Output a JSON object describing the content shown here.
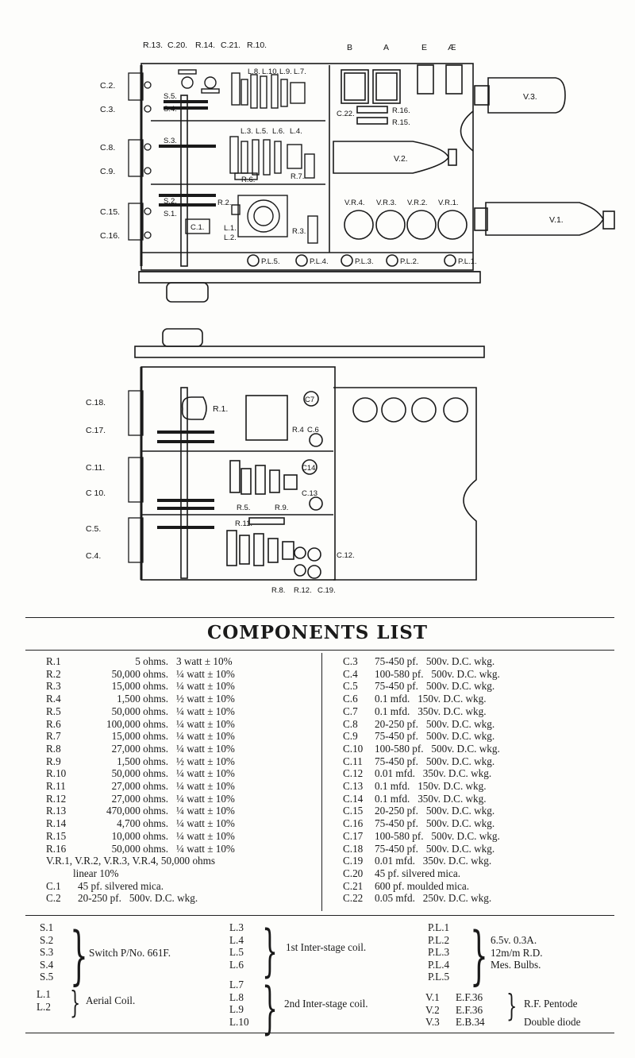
{
  "diagram": {
    "top_labels": {
      "r13": "R.13.",
      "c20": "C.20.",
      "r14": "R.14.",
      "c21": "C.21.",
      "r10": "R.10.",
      "b": "B",
      "a": "A",
      "e": "E",
      "ae": "Æ",
      "l8": "L.8.",
      "l10": "L.10.",
      "l9": "L.9.",
      "l7": "L.7.",
      "c22": "C.22.",
      "r16": "R.16.",
      "r15": "R.15.",
      "s5": "S.5.",
      "s4": "S.4.",
      "s3": "S.3.",
      "l3": "L.3.",
      "l5": "L.5.",
      "l6": "L.6.",
      "l4": "L.4.",
      "r6": "R.6.",
      "r7": "R.7.",
      "v2": "V.2.",
      "v3": "V.3.",
      "v1": "V.1.",
      "s2": "S.2.",
      "s1": "S.1.",
      "r2": "R.2.",
      "l1": "L.1.",
      "l2": "L.2.",
      "c1": "C.1.",
      "r3": "R.3.",
      "vr4": "V.R.4.",
      "vr3": "V.R.3.",
      "vr2": "V.R.2.",
      "vr1": "V.R.1.",
      "c2": "C.2.",
      "c3": "C.3.",
      "c8": "C.8.",
      "c9": "C.9.",
      "c15": "C.15.",
      "c16": "C.16.",
      "pl5": "P.L.5.",
      "pl4": "P.L.4.",
      "pl3": "P.L.3.",
      "pl2": "P.L.2.",
      "pl1": "P.L.1."
    },
    "bottom_labels": {
      "c18": "C.18.",
      "c17": "C.17.",
      "c11": "C.11.",
      "c10": "C 10.",
      "c5": "C.5.",
      "c4": "C.4.",
      "r1": "R.1.",
      "c7": "C7",
      "r4": "R.4",
      "c6": "C.6",
      "c14": "C14",
      "c13": "C.13",
      "r5": "R.5.",
      "r9": "R.9.",
      "r11": "R.11.",
      "c12": "C.12.",
      "r8": "R.8.",
      "r12": "R.12.",
      "c19": "C.19."
    }
  },
  "title": "COMPONENTS LIST",
  "resistors": [
    {
      "name": "R.1",
      "value": "5 ohms.",
      "rating": "3 watt ± 10%"
    },
    {
      "name": "R.2",
      "value": "50,000 ohms.",
      "rating": "¼ watt ± 10%"
    },
    {
      "name": "R.3",
      "value": "15,000 ohms.",
      "rating": "¼ watt ± 10%"
    },
    {
      "name": "R.4",
      "value": "1,500 ohms.",
      "rating": "½ watt ± 10%"
    },
    {
      "name": "R.5",
      "value": "50,000 ohms.",
      "rating": "¼ watt ± 10%"
    },
    {
      "name": "R.6",
      "value": "100,000 ohms.",
      "rating": "¼ watt ± 10%"
    },
    {
      "name": "R.7",
      "value": "15,000 ohms.",
      "rating": "¼ watt ± 10%"
    },
    {
      "name": "R.8",
      "value": "27,000 ohms.",
      "rating": "¼ watt ± 10%"
    },
    {
      "name": "R.9",
      "value": "1,500 ohms.",
      "rating": "½ watt ± 10%"
    },
    {
      "name": "R.10",
      "value": "50,000 ohms.",
      "rating": "¼ watt ± 10%"
    },
    {
      "name": "R.11",
      "value": "27,000 ohms.",
      "rating": "¼ watt ± 10%"
    },
    {
      "name": "R.12",
      "value": "27,000 ohms.",
      "rating": "¼ watt ± 10%"
    },
    {
      "name": "R.13",
      "value": "470,000 ohms.",
      "rating": "¼ watt ± 10%"
    },
    {
      "name": "R.14",
      "value": "4,700 ohms.",
      "rating": "¼ watt ± 10%"
    },
    {
      "name": "R.15",
      "value": "10,000 ohms.",
      "rating": "¼ watt ± 10%"
    },
    {
      "name": "R.16",
      "value": "50,000 ohms.",
      "rating": "¼ watt ± 10%"
    }
  ],
  "vr_line1": "V.R.1, V.R.2, V.R.3, V.R.4, 50,000 ohms",
  "vr_line2": "linear 10%",
  "left_caps": [
    {
      "name": "C.1",
      "spec": "45 pf. silvered mica."
    },
    {
      "name": "C.2",
      "spec": "20-250 pf.   500v. D.C. wkg."
    }
  ],
  "capacitors": [
    {
      "name": "C.3",
      "spec": "75-450 pf.   500v. D.C. wkg."
    },
    {
      "name": "C.4",
      "spec": "100-580 pf.   500v. D.C. wkg."
    },
    {
      "name": "C.5",
      "spec": "75-450 pf.   500v. D.C. wkg."
    },
    {
      "name": "C.6",
      "spec": "0.1 mfd.   150v. D.C. wkg."
    },
    {
      "name": "C.7",
      "spec": "0.1 mfd.   350v. D.C. wkg."
    },
    {
      "name": "C.8",
      "spec": "20-250 pf.   500v. D.C. wkg."
    },
    {
      "name": "C.9",
      "spec": "75-450 pf.   500v. D.C. wkg."
    },
    {
      "name": "C.10",
      "spec": "100-580 pf.   500v. D.C. wkg."
    },
    {
      "name": "C.11",
      "spec": "75-450 pf.   500v. D.C. wkg."
    },
    {
      "name": "C.12",
      "spec": "0.01 mfd.   350v. D.C. wkg."
    },
    {
      "name": "C.13",
      "spec": "0.1 mfd.   150v. D.C. wkg."
    },
    {
      "name": "C.14",
      "spec": "0.1 mfd.   350v. D.C. wkg."
    },
    {
      "name": "C.15",
      "spec": "20-250 pf.   500v. D.C. wkg."
    },
    {
      "name": "C.16",
      "spec": "75-450 pf.   500v. D.C. wkg."
    },
    {
      "name": "C.17",
      "spec": "100-580 pf.   500v. D.C. wkg."
    },
    {
      "name": "C.18",
      "spec": "75-450 pf.   500v. D.C. wkg."
    },
    {
      "name": "C.19",
      "spec": "0.01 mfd.   350v. D.C. wkg."
    },
    {
      "name": "C.20",
      "spec": "45 pf. silvered mica."
    },
    {
      "name": "C.21",
      "spec": "600 pf. moulded mica."
    },
    {
      "name": "C.22",
      "spec": "0.05 mfd.   250v. D.C. wkg."
    }
  ],
  "switches": {
    "items": [
      "S.1",
      "S.2",
      "S.3",
      "S.4",
      "S.5"
    ],
    "desc": "Switch P/No. 661F."
  },
  "aerial": {
    "items": [
      "L.1",
      "L.2"
    ],
    "desc": "Aerial Coil."
  },
  "coil1": {
    "items": [
      "L.3",
      "L.4",
      "L.5",
      "L.6"
    ],
    "desc": "1st Inter-stage coil."
  },
  "coil2": {
    "items": [
      "L.7",
      "L.8",
      "L.9",
      "L.10"
    ],
    "desc": "2nd Inter-stage coil."
  },
  "lamps": {
    "items": [
      "P.L.1",
      "P.L.2",
      "P.L.3",
      "P.L.4",
      "P.L.5"
    ],
    "desc": [
      "6.5v.  0.3A.",
      "12m/m R.D.",
      "Mes. Bulbs."
    ]
  },
  "valves": [
    {
      "name": "V.1",
      "type": "E.F.36"
    },
    {
      "name": "V.2",
      "type": "E.F.36"
    },
    {
      "name": "V.3",
      "type": "E.B.34"
    }
  ],
  "valve_desc": [
    "R.F. Pentode",
    "Double diode"
  ]
}
